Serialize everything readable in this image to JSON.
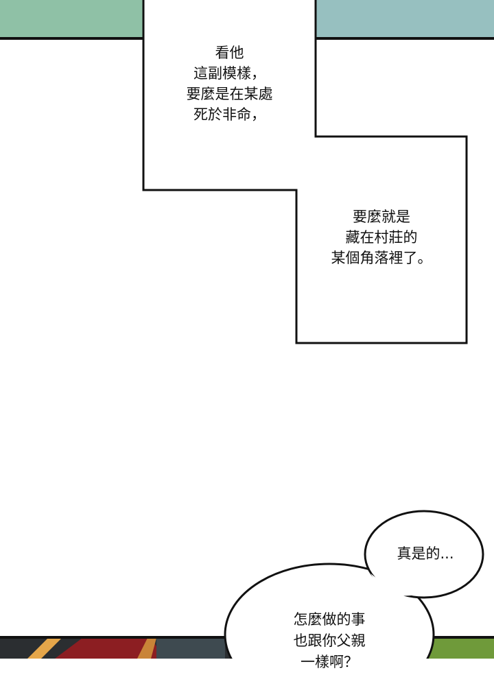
{
  "caption_1": {
    "lines": [
      "看他",
      "這副模樣，",
      "要麼是在某處",
      "死於非命，"
    ]
  },
  "caption_2": {
    "lines": [
      "要麼就是",
      "藏在村莊的",
      "某個角落裡了。"
    ]
  },
  "bubble_small": {
    "text": "真是的..."
  },
  "bubble_large": {
    "lines": [
      "怎麼做的事",
      "也跟你父親",
      "一樣啊？"
    ]
  },
  "colors": {
    "panel_green": "#8fc1a6",
    "panel_blue": "#97c0c0",
    "ink": "#111111"
  }
}
